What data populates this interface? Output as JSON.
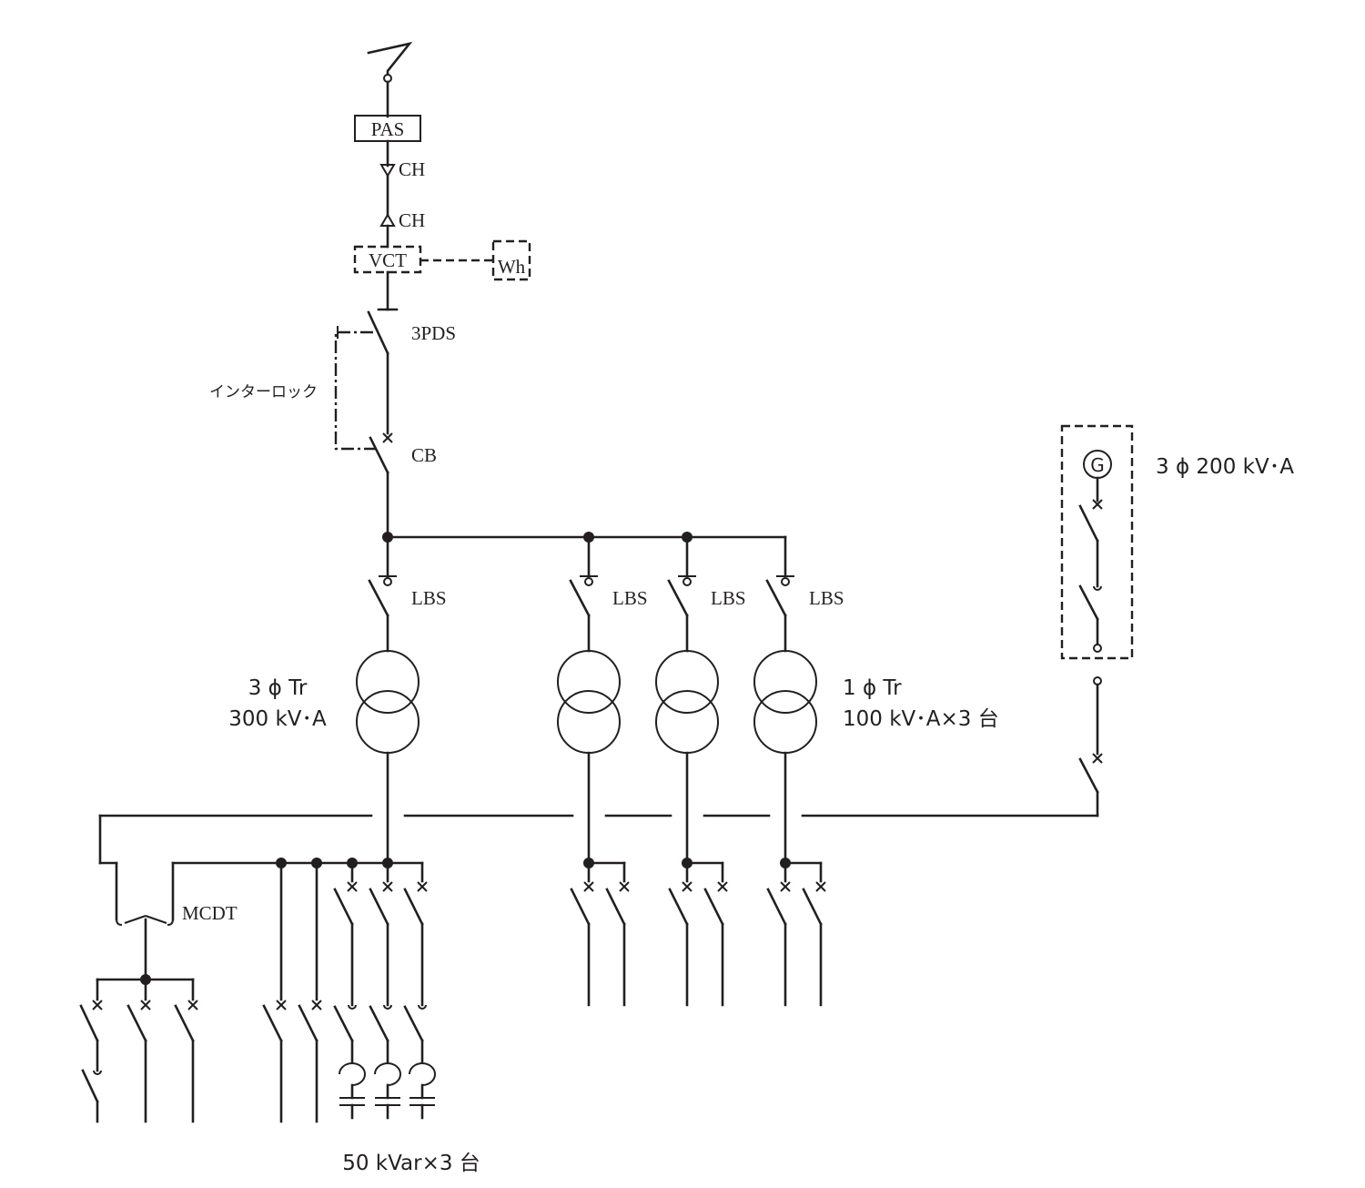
{
  "labels": {
    "pas": "PAS",
    "ch_top": "CH",
    "ch_bottom": "CH",
    "vct": "VCT",
    "wh": "Wh",
    "pds": "3PDS",
    "interlock": "インターロック",
    "cb": "CB",
    "lbs_1": "LBS",
    "lbs_2": "LBS",
    "lbs_3": "LBS",
    "lbs_4": "LBS",
    "tr3_line1": "3 ϕ Tr",
    "tr3_line2": "300 kV･A",
    "tr1_line1": "1 ϕ Tr",
    "tr1_line2": "100 kV･A×3 台",
    "gen_label": "3 ϕ 200 kV･A",
    "gen_symbol": "G",
    "mcdt": "MCDT",
    "capacitor": "50 kVar×3 台"
  }
}
